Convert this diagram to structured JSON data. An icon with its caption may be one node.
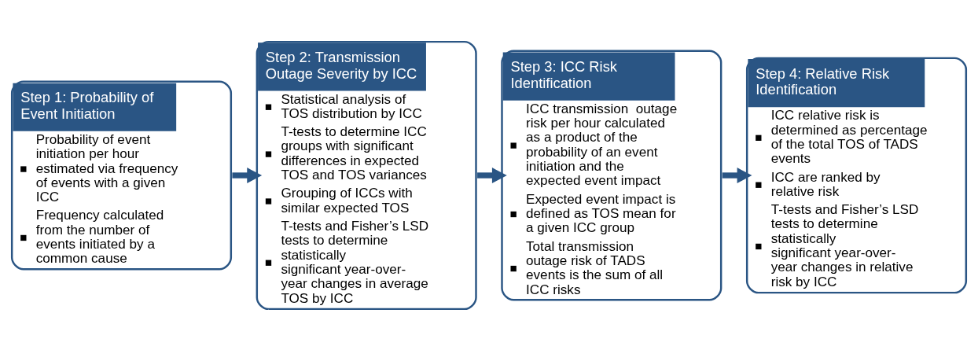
{
  "diagram": {
    "nodes": [
      {
        "text": [
          "Step 1: Probability of Event Initiation",
          "Probability of event initiation per hour estimated via frequency of events with a given ICC",
          "Frequency calculated from the number of events initiated by a common cause"
        ]
      },
      {
        "text": [
          "Step 2: Transmission Outage Severity by ICC",
          "Statistical analysis of TOS distribution by ICC",
          "T-tests to determine ICC groups with significant differences in expected TOS and TOS variances",
          "Grouping of ICCs with similar expected TOS",
          "T-tests and Fisher’s LSD tests to determine statistically significant year-over-year changes in average TOS by ICC"
        ]
      },
      {
        "text": [
          "Step 3: ICC Risk Identification",
          "ICC transmission  outage risk per hour calculated as a product of the probability of an event initiation and the expected event impact",
          "Expected event impact is defined as TOS mean for a given ICC group",
          "Total transmission outage risk of TADS events is the sum of all ICC risks"
        ]
      },
      {
        "text": [
          "Step 4: Relative Risk Identification",
          "ICC relative risk is determined as percentage of the total TOS of TADS events",
          "ICC are ranked by relative risk",
          "T-tests and Fisher’s LSD tests to determine statistically significant year-over-year changes in relative risk by ICC"
        ]
      }
    ],
    "edges": [
      {
        "from": 0,
        "to": 1,
        "arrow": "to"
      },
      {
        "from": 1,
        "to": 2,
        "arrow": "to"
      },
      {
        "from": 2,
        "to": 3,
        "arrow": "to"
      }
    ]
  }
}
